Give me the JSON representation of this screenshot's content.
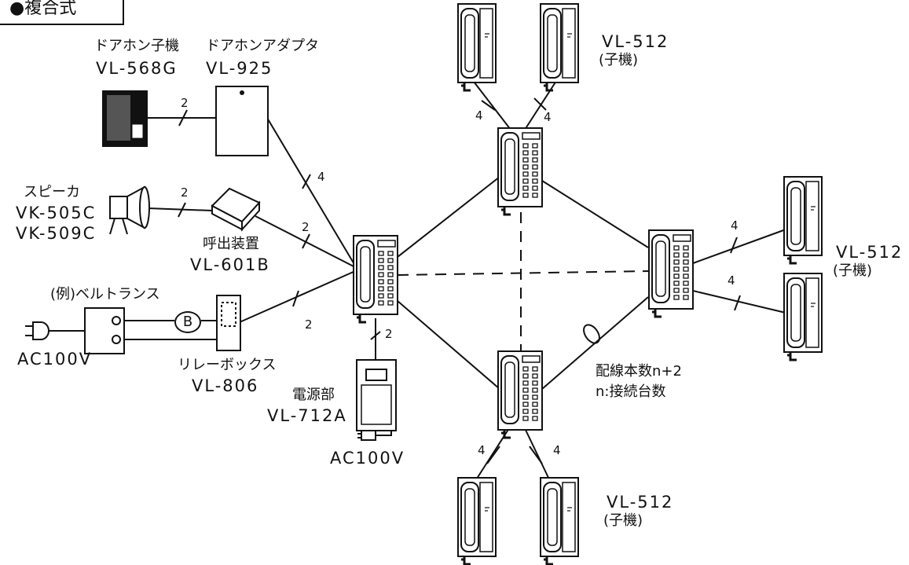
{
  "title": "●複合式",
  "labels": {
    "doorphone_title": "ドアホン子機",
    "doorphone_model": "VL-568G",
    "adapter_title": "ドアホンアダプタ",
    "adapter_model": "VL-925",
    "speaker_title": "スピーカ",
    "speaker_model1": "VK-505C",
    "speaker_model2": "VK-509C",
    "caller_title": "呼出装置",
    "caller_model": "VL-601B",
    "bell_title": "(例)ベルトランス",
    "ac_left": "AC100V",
    "relay_title": "リレーボックス",
    "relay_model": "VL-806",
    "power_title": "電源部",
    "power_model": "VL-712A",
    "ac_power": "AC100V",
    "top_model": "VL-512",
    "top_sub": "(子機)",
    "right_model": "VL-512",
    "right_sub": "(子機)",
    "bottom_model": "VL-512",
    "bottom_sub": "(子機)",
    "wiring_note1": "配線本数n+2",
    "wiring_note2": "n:接続台数",
    "bell_symbol": "B"
  },
  "wire_counts": {
    "doorphone_adapter": "2",
    "adapter_main": "4",
    "speaker_caller": "2",
    "caller_main": "2",
    "relay_main": "2",
    "main_power": "2",
    "top_left": "4",
    "top_right": "4",
    "right_upper": "4",
    "right_lower": "4",
    "bottom_left": "4",
    "bottom_right": "4"
  }
}
